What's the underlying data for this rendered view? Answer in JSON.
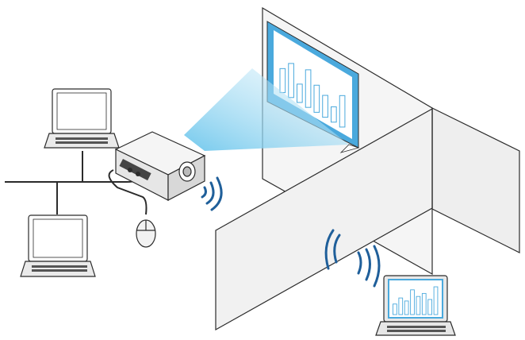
{
  "scene": {
    "type": "network-projector-diagram",
    "labels": [],
    "screen_chart_bars": [
      0.55,
      0.78,
      0.42,
      0.86,
      0.62,
      0.5,
      0.35,
      0.72
    ],
    "laptop_chart_bars": [
      0.35,
      0.55,
      0.45,
      0.82,
      0.6,
      0.7,
      0.5,
      0.92
    ]
  },
  "colors": {
    "line": "#2b2b2b",
    "wall_fill": "#f3f3f3",
    "wall_shade": "#e6e6e6",
    "beam": "#a9dcef",
    "screen_frame": "#4aa9dd",
    "screen_inner": "#ffffff",
    "signal": "#1f5f9a",
    "projector_body": "#f2f2f2",
    "laptop_screen": "#ffffff"
  },
  "icons": [
    "laptop-icon",
    "projector-icon",
    "mouse-icon",
    "wireless-signal-icon",
    "projection-screen-icon",
    "network-cable-icon"
  ]
}
